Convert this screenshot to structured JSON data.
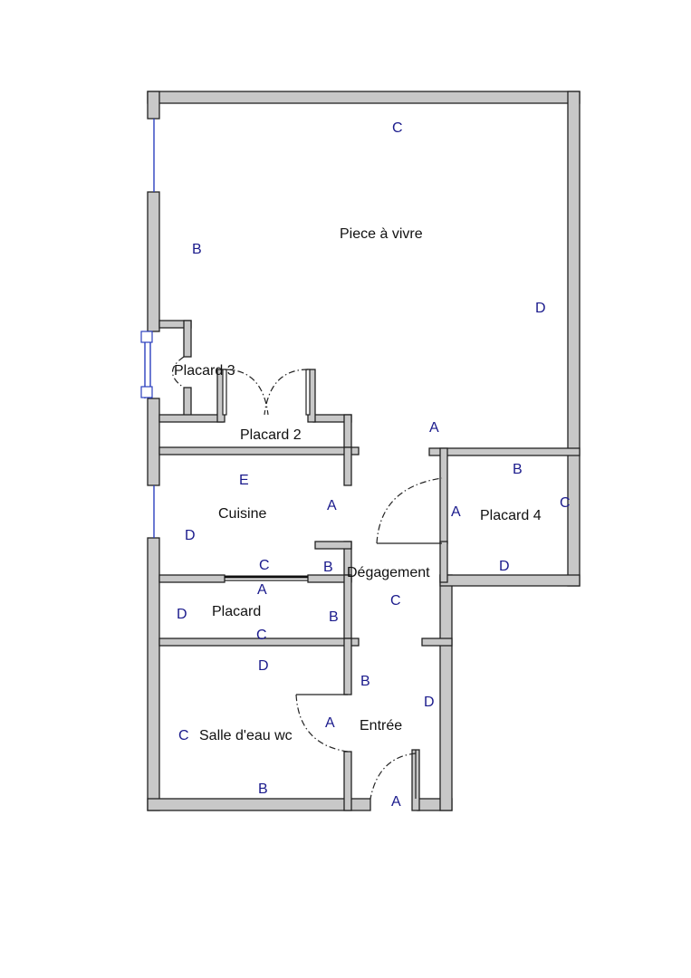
{
  "plan": {
    "rooms": {
      "piece_a_vivre": "Piece à vivre",
      "placard_3": "Placard 3",
      "placard_2": "Placard 2",
      "cuisine": "Cuisine",
      "placard_4": "Placard 4",
      "degagement": "Dégagement",
      "placard": "Placard",
      "salle_deau": "Salle d'eau wc",
      "entree": "Entrée"
    },
    "wall_letters": {
      "piece_c": "C",
      "piece_b": "B",
      "piece_d": "D",
      "piece_a": "A",
      "cuisine_e": "E",
      "cuisine_a": "A",
      "cuisine_d": "D",
      "cuisine_c": "C",
      "cuisine_b": "B",
      "placard4_b": "B",
      "placard4_a": "A",
      "placard4_c": "C",
      "placard4_d": "D",
      "placard_a": "A",
      "placard_d": "D",
      "placard_b": "B",
      "placard_c": "C",
      "degagement_c": "C",
      "sde_d": "D",
      "sde_c": "C",
      "sde_a": "A",
      "sde_b": "B",
      "entree_b": "B",
      "entree_d": "D",
      "entree_a": "A"
    }
  }
}
